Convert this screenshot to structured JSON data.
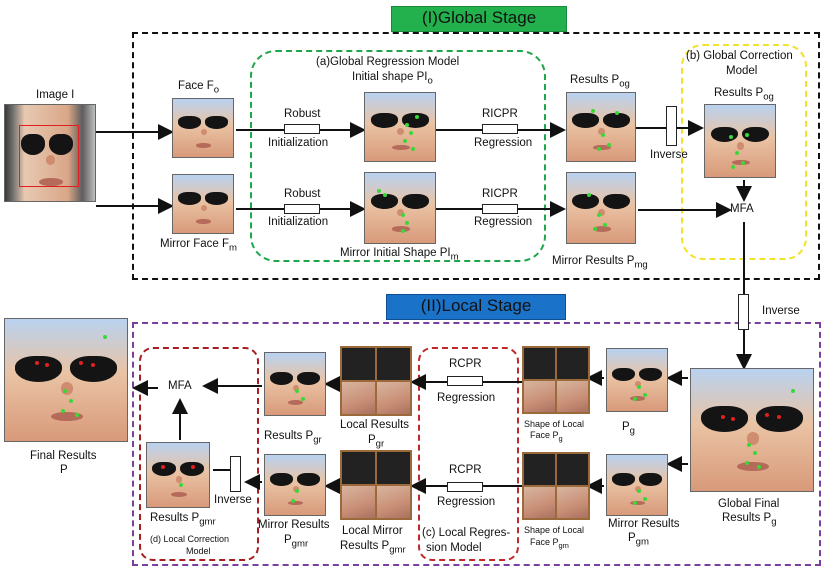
{
  "stages": {
    "global": {
      "title": "(I)Global Stage",
      "color": "#22b14c"
    },
    "local": {
      "title": "(II)Local Stage",
      "color": "#1a73c8"
    }
  },
  "colors": {
    "global_border": "#111111",
    "regression_border": "#1fa64a",
    "correction_border": "#f2e22b",
    "local_border": "#7b3fa0",
    "local_regression_border": "#c0282a",
    "local_correction_border": "#a81e20",
    "landmark_green": "#39d839",
    "landmark_red": "#e02020"
  },
  "labels": {
    "image_i": "Image I",
    "face_fo": "Face F",
    "face_fo_sub": "o",
    "mirror_face": "Mirror  Face  F",
    "mirror_face_sub": "m",
    "grm_title": "(a)Global Regression Model",
    "initial_shape": "Initial shape  PI",
    "initial_shape_sub": "o",
    "robust1": "Robust",
    "init1": "Initialization",
    "robust2": "Robust",
    "init2": "Initialization",
    "ricpr1": "RICPR",
    "regression1": "Regression",
    "ricpr2": "RICPR",
    "regression2": "Regression",
    "mirror_initial_shape": "Mirror Initial Shape PI",
    "mirror_initial_shape_sub": "m",
    "results_pog": "Results P",
    "results_pog_sub": "og",
    "mirror_results_pmg": "Mirror Results P",
    "mirror_results_pmg_sub": "mg",
    "gcm_title1": "(b) Global Correction",
    "gcm_title2": "Model",
    "results_pog_prime": "Results  P",
    "results_pog_prime_sub": "og",
    "inverse_top": "Inverse",
    "mfa_top": "MFA",
    "inverse_right": "Inverse",
    "global_final1": "Global Final",
    "global_final2": "Results  P",
    "global_final2_sub": "g",
    "pg": "P",
    "pg_sub": "g",
    "mirror_results_pgm1": "Mirror Results",
    "mirror_results_pgm2": "P",
    "mirror_results_pgm2_sub": "gm",
    "shape_local1_a": "Shape of  Local",
    "shape_local1_b": "Face  P",
    "shape_local1_sub": "g",
    "shape_local2_a": "Shape of  Local",
    "shape_local2_b": "Face  P",
    "shape_local2_sub": "gm",
    "rcpr1": "RCPR",
    "regression3": "Regression",
    "rcpr2": "RCPR",
    "regression4": "Regression",
    "local_results1": "Local Results",
    "local_results2": "P",
    "local_results2_sub": "gr",
    "local_mirror1": "Local Mirror",
    "local_mirror2": "Results P",
    "local_mirror2_sub": "gmr",
    "lrm_title1": "(c) Local Regres-",
    "lrm_title2": "sion Model",
    "results_pgr": "Results  P",
    "results_pgr_sub": "gr",
    "mirror_results_pgmr1": "Mirror Results",
    "mirror_results_pgmr2": "P",
    "mirror_results_pgmr2_sub": "gmr",
    "mfa_bottom": "MFA",
    "inverse_bottom": "Inverse",
    "results_pgmr_prime": "Results P",
    "results_pgmr_prime_sub": "gmr",
    "lcm_title1": "(d)  Local Correction",
    "lcm_title2": "Model",
    "final1": "Final Results",
    "final2": "P"
  }
}
